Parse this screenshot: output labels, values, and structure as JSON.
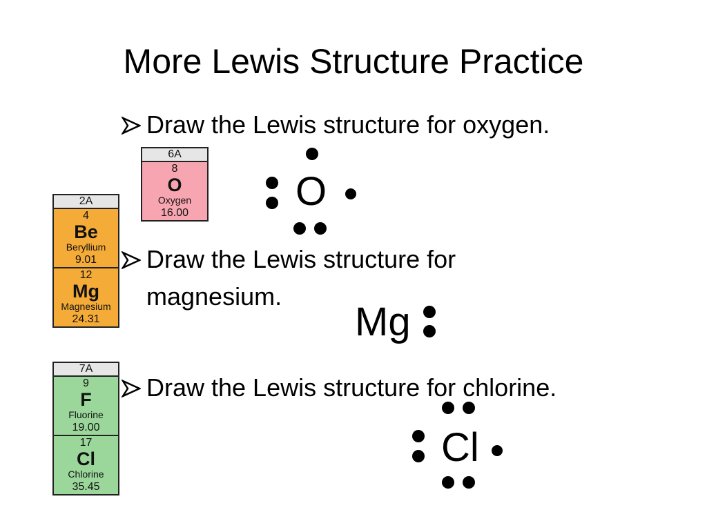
{
  "slide": {
    "title": "More Lewis Structure Practice"
  },
  "prompts": {
    "oxygen": "Draw the Lewis structure for oxygen.",
    "magnesium_line1": "Draw the Lewis structure for",
    "magnesium_line2": "magnesium.",
    "chlorine": "Draw the Lewis structure for chlorine."
  },
  "elements": {
    "group6A": {
      "group": "6A",
      "number": "8",
      "symbol": "O",
      "name": "Oxygen",
      "mass": "16.00"
    },
    "group2A": {
      "group": "2A",
      "be": {
        "number": "4",
        "symbol": "Be",
        "name": "Beryllium",
        "mass": "9.01"
      },
      "mg": {
        "number": "12",
        "symbol": "Mg",
        "name": "Magnesium",
        "mass": "24.31"
      }
    },
    "group7A": {
      "group": "7A",
      "f": {
        "number": "9",
        "symbol": "F",
        "name": "Fluorine",
        "mass": "19.00"
      },
      "cl": {
        "number": "17",
        "symbol": "Cl",
        "name": "Chlorine",
        "mass": "35.45"
      }
    }
  },
  "lewis": {
    "oxygen": {
      "symbol": "O",
      "valence_electrons": 6
    },
    "magnesium": {
      "symbol": "Mg",
      "valence_electrons": 2
    },
    "chlorine": {
      "symbol": "Cl",
      "valence_electrons": 7
    }
  },
  "colors": {
    "group6A": "#f7a5b0",
    "group2A": "#f5ab37",
    "group7A": "#9bd79b"
  }
}
